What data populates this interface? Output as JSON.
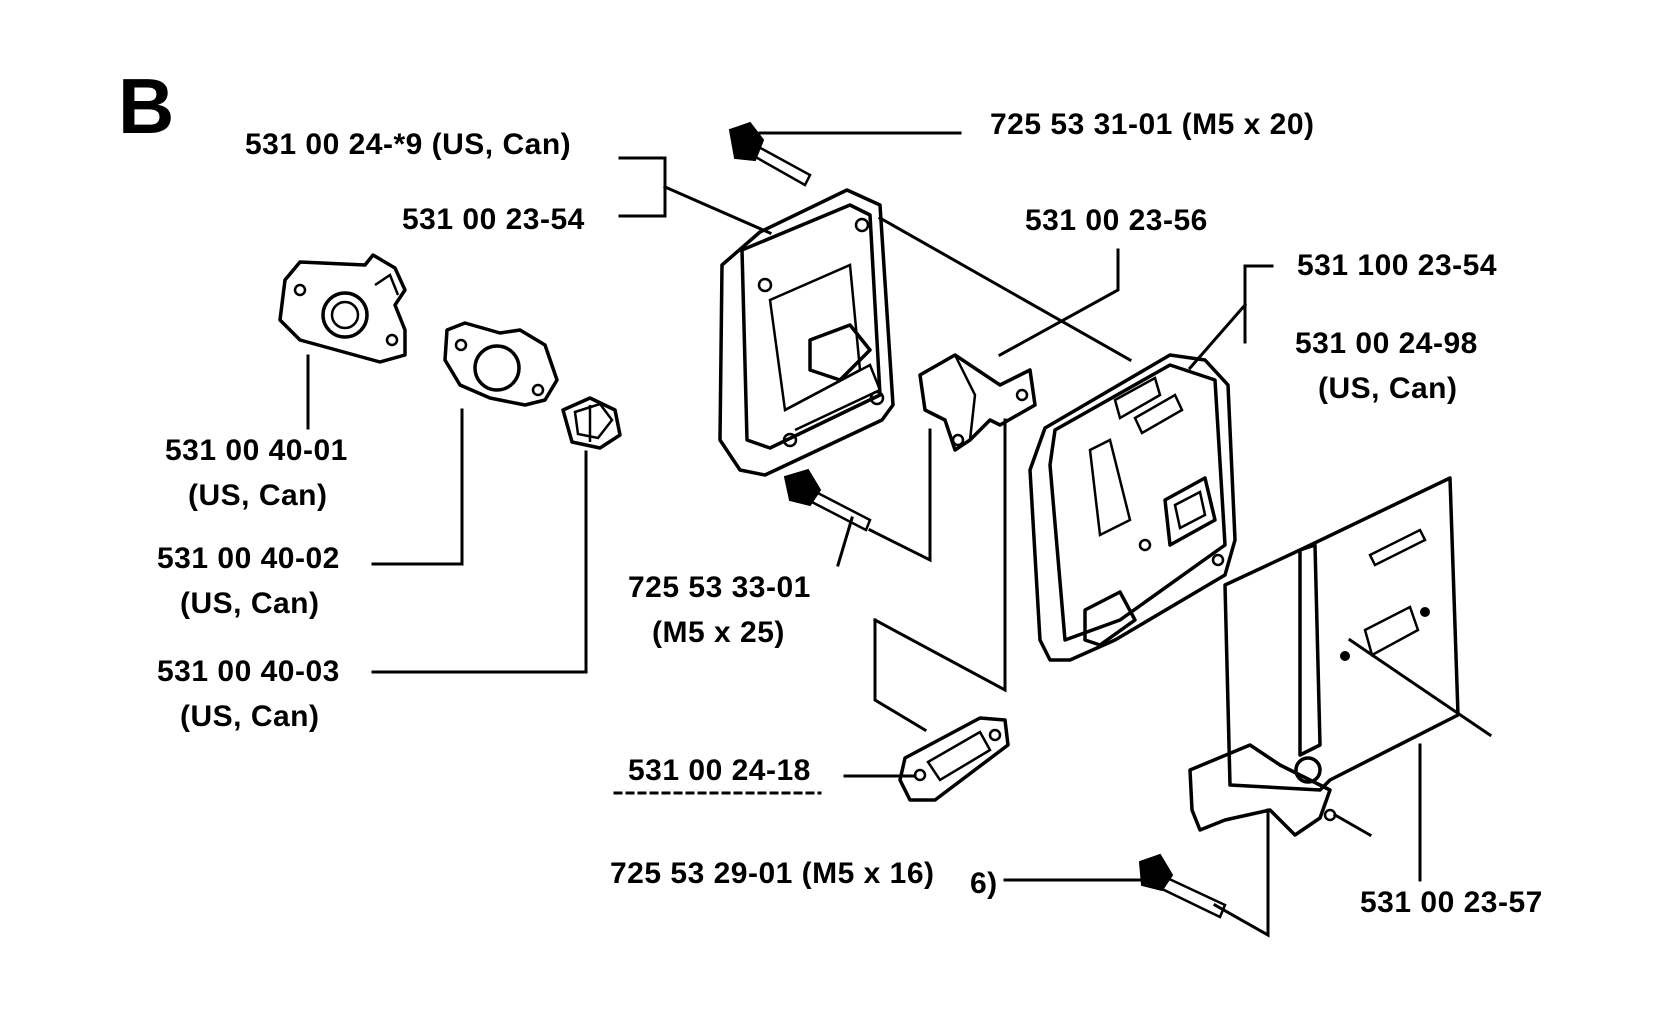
{
  "diagram": {
    "section_letter": "B",
    "labels": {
      "muffler_cover_us": "531 00 24-*9 (US, Can)",
      "muffler_cover": "531 00 23-54",
      "screw_m5x20": "725 53 31-01 (M5 x 20)",
      "bracket": "531 00 23-56",
      "muffler_body_line1": "531 100 23-54",
      "muffler_body_line2": "531 00 24-98",
      "muffler_body_line3": "(US, Can)",
      "plate_a_line1": "531 00 40-01",
      "plate_a_line2": "(US, Can)",
      "gasket_a_line1": "531 00 40-02",
      "gasket_a_line2": "(US, Can)",
      "nut_line1": "531 00 40-03",
      "nut_line2": "(US, Can)",
      "screw_m5x25_line1": "725 53 33-01",
      "screw_m5x25_line2": "(M5 x 25)",
      "gasket_b": "531 00 24-18",
      "screw_m5x16": "725 53 29-01 (M5 x 16)",
      "fragment": "6)",
      "heat_shield": "531 00 23-57"
    }
  }
}
